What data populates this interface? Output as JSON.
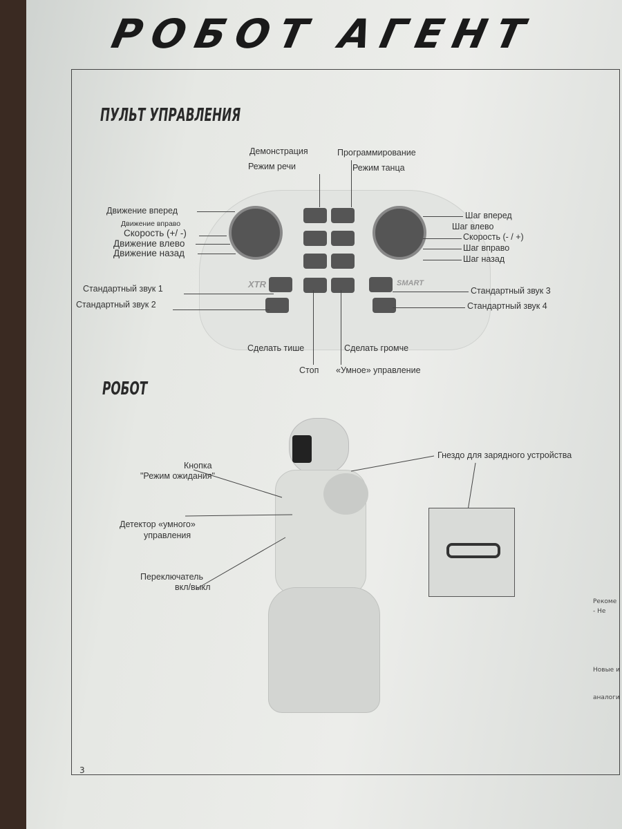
{
  "title": "РОБОТ АГЕНТ",
  "remote": {
    "heading": "ПУЛЬТ УПРАВЛЕНИЯ",
    "top_labels": [
      "Демонстрация",
      "Программирование",
      "Режим речи",
      "Режим танца"
    ],
    "left_labels": [
      "Движение вперед",
      "Движение вправо",
      "Скорость (+/ -)",
      "Движение влево",
      "Движение назад",
      "Стандартный звук 1",
      "Стандартный звук 2"
    ],
    "right_labels": [
      "Шаг вперед",
      "Шаг влево",
      "Скорость (- / +)",
      "Шаг вправо",
      "Шаг назад",
      "Стандартный звук 3",
      "Стандартный звук 4"
    ],
    "bottom_labels": [
      "Сделать тише",
      "Сделать громче",
      "Стоп",
      "«Умное» управление"
    ],
    "logo_left": "XTR",
    "logo_right": "SMART"
  },
  "robot": {
    "heading": "РОБОТ",
    "labels": [
      "Кнопка",
      "\"Режим ожидания\"",
      "Детектор «умного»",
      "управления",
      "Переключатель",
      "вкл/выкл",
      "Гнездо для зарядного устройства"
    ]
  },
  "side_fragments": [
    "Рекоме",
    "- Не",
    "Новые и",
    "аналоги"
  ],
  "page_number": "3"
}
